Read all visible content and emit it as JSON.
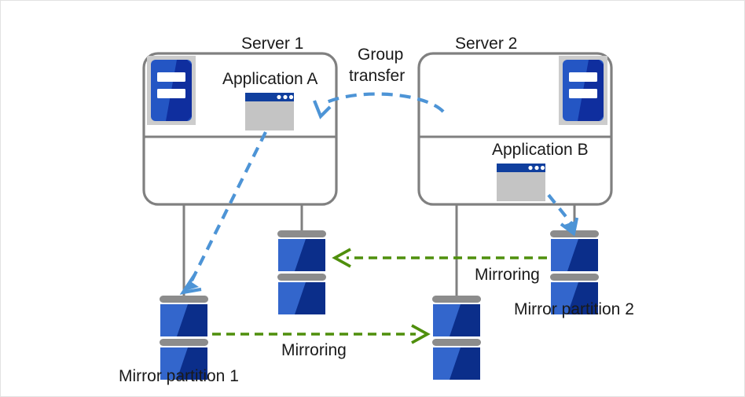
{
  "diagram": {
    "title_server1": "Server 1",
    "title_server2": "Server 2",
    "group_transfer_line1": "Group",
    "group_transfer_line2": "transfer",
    "application_a": "Application  A",
    "application_b": "Application  B",
    "mirror_partition_1": "Mirror partition 1",
    "mirror_partition_2": "Mirror partition 2",
    "mirroring_bottom": "Mirroring",
    "mirroring_right": "Mirroring",
    "icons": {
      "server_rack": "server-rack-icon",
      "app_window": "application-window-icon",
      "disk_stack": "disk-stack-icon"
    },
    "colors": {
      "box_border": "#808080",
      "connector": "#808080",
      "blue_arrow": "#4d94d6",
      "green_arrow": "#4f8f0c",
      "disk_light_blue": "#3366cc",
      "disk_dark_blue": "#0b2e8a",
      "disk_cap_gray": "#8c8c8c",
      "icon_panel_gray": "#cccccc",
      "server_icon_blue": "#2456c4",
      "server_icon_dark": "#0f2e9e",
      "app_titlebar": "#103f9e",
      "app_body": "#c4c4c4",
      "text": "#1a1a1a",
      "frame_border": "#e2e2e2"
    }
  }
}
